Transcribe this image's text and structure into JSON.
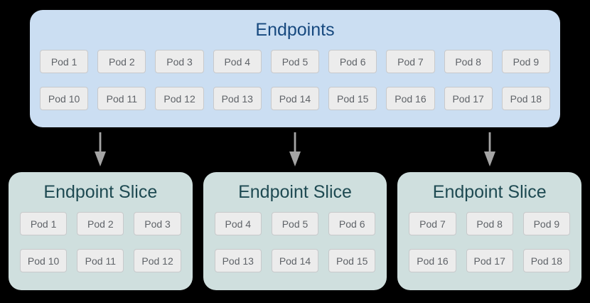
{
  "colors": {
    "canvas_bg": "#000000",
    "endpoints_box_bg": "#cbdef2",
    "endpoints_title": "#17497f",
    "slice_box_bg": "#cfdfde",
    "slice_title": "#1e4a52",
    "pod_bg": "#ececec",
    "pod_border": "#c8c9cb",
    "pod_text": "#5f6368",
    "arrow": "#a5a5a5"
  },
  "endpoints": {
    "title": "Endpoints",
    "rows": [
      [
        "Pod 1",
        "Pod 2",
        "Pod 3",
        "Pod 4",
        "Pod 5",
        "Pod 6",
        "Pod 7",
        "Pod 8",
        "Pod 9"
      ],
      [
        "Pod 10",
        "Pod 11",
        "Pod 12",
        "Pod 13",
        "Pod 14",
        "Pod 15",
        "Pod 16",
        "Pod 17",
        "Pod 18"
      ]
    ]
  },
  "arrows": {
    "icon": "down-arrow"
  },
  "slices": [
    {
      "title": "Endpoint Slice",
      "rows": [
        [
          "Pod 1",
          "Pod 2",
          "Pod 3"
        ],
        [
          "Pod 10",
          "Pod 11",
          "Pod 12"
        ]
      ]
    },
    {
      "title": "Endpoint Slice",
      "rows": [
        [
          "Pod 4",
          "Pod 5",
          "Pod 6"
        ],
        [
          "Pod 13",
          "Pod 14",
          "Pod 15"
        ]
      ]
    },
    {
      "title": "Endpoint Slice",
      "rows": [
        [
          "Pod 7",
          "Pod 8",
          "Pod 9"
        ],
        [
          "Pod 16",
          "Pod 17",
          "Pod 18"
        ]
      ]
    }
  ]
}
